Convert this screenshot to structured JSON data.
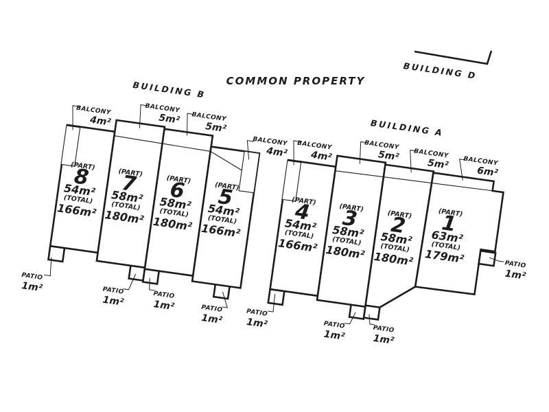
{
  "common_property": "COMMON PROPERTY",
  "building_d": {
    "name": "BUILDING D"
  },
  "building_b": {
    "name": "BUILDING B",
    "units": [
      {
        "part_label": "(PART)",
        "number": "8",
        "part_area": "54m²",
        "total_label": "(TOTAL)",
        "total_area": "166m²"
      },
      {
        "part_label": "(PART)",
        "number": "7",
        "part_area": "58m²",
        "total_label": "(TOTAL)",
        "total_area": "180m²"
      },
      {
        "part_label": "(PART)",
        "number": "6",
        "part_area": "58m²",
        "total_label": "(TOTAL)",
        "total_area": "180m²"
      },
      {
        "part_label": "(PART)",
        "number": "5",
        "part_area": "54m²",
        "total_label": "(TOTAL)",
        "total_area": "166m²"
      }
    ],
    "balconies": [
      {
        "label": "BALCONY",
        "area": "4m²"
      },
      {
        "label": "BALCONY",
        "area": "5m²"
      },
      {
        "label": "BALCONY",
        "area": "5m²"
      },
      {
        "label": "BALCONY",
        "area": "4m²"
      }
    ],
    "patios": [
      {
        "label": "PATIO",
        "area": "1m²"
      },
      {
        "label": "PATIO",
        "area": "1m²"
      },
      {
        "label": "PATIO",
        "area": "1m²"
      },
      {
        "label": "PATIO",
        "area": "1m²"
      }
    ]
  },
  "building_a": {
    "name": "BUILDING A",
    "units": [
      {
        "part_label": "(PART)",
        "number": "4",
        "part_area": "54m²",
        "total_label": "(TOTAL)",
        "total_area": "166m²"
      },
      {
        "part_label": "(PART)",
        "number": "3",
        "part_area": "58m²",
        "total_label": "(TOTAL)",
        "total_area": "180m²"
      },
      {
        "part_label": "(PART)",
        "number": "2",
        "part_area": "58m²",
        "total_label": "(TOTAL)",
        "total_area": "180m²"
      },
      {
        "part_label": "(PART)",
        "number": "1",
        "part_area": "63m²",
        "total_label": "(TOTAL)",
        "total_area": "179m²"
      }
    ],
    "balconies": [
      {
        "label": "BALCONY",
        "area": "4m²"
      },
      {
        "label": "BALCONY",
        "area": "5m²"
      },
      {
        "label": "BALCONY",
        "area": "5m²"
      },
      {
        "label": "BALCONY",
        "area": "6m²"
      }
    ],
    "patios": [
      {
        "label": "PATIO",
        "area": "1m²"
      },
      {
        "label": "PATIO",
        "area": "1m²"
      },
      {
        "label": "PATIO",
        "area": "1m²"
      },
      {
        "label": "PATIO",
        "area": "1m²"
      }
    ]
  }
}
